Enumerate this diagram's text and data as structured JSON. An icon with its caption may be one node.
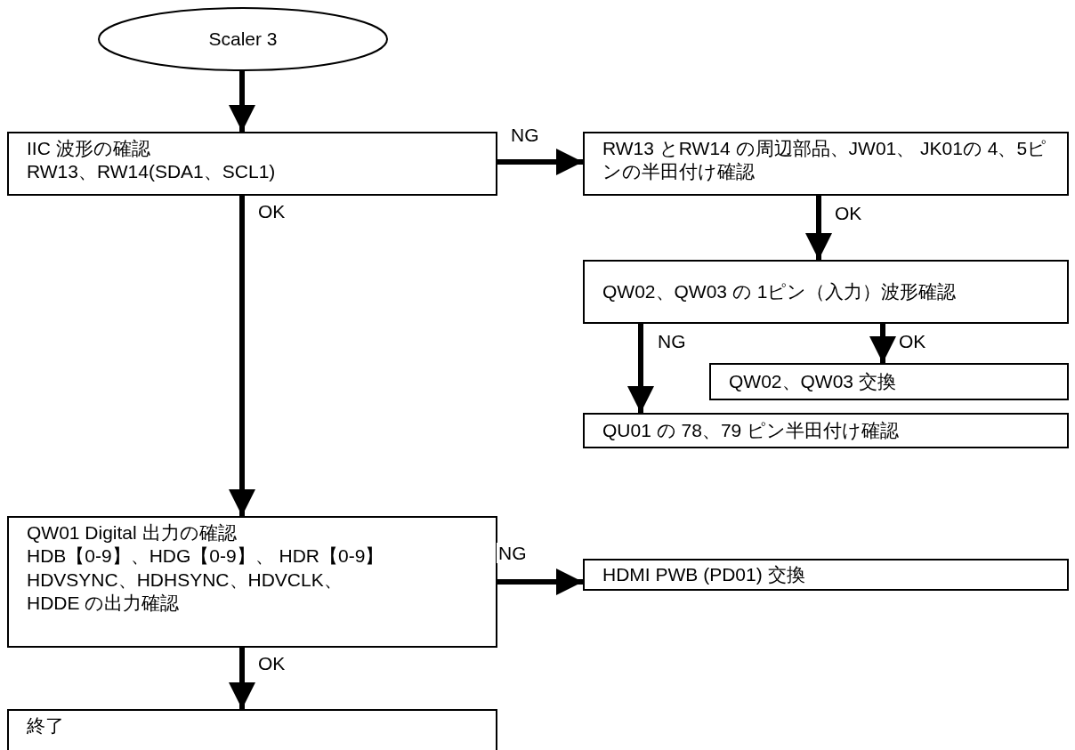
{
  "diagram": {
    "nodes": [
      {
        "text": [
          "Scaler 3"
        ]
      },
      {
        "text": [
          "IIC 波形の確認",
          "RW13、RW14(SDA1、SCL1)"
        ]
      },
      {
        "text": [
          "RW13 とRW14 の周辺部品、JW01、 JK01の 4、5ピンの半田付け確認"
        ]
      },
      {
        "text": [
          "QW02、QW03 の 1ピン（入力）波形確認"
        ]
      },
      {
        "text": [
          "QW02、QW03 交換"
        ]
      },
      {
        "text": [
          "QU01 の 78、79 ピン半田付け確認"
        ]
      },
      {
        "text": [
          "QW01 Digital 出力の確認",
          "HDB【0-9】、HDG【0-9】、 HDR【0-9】",
          "HDVSYNC、HDHSYNC、HDVCLK、",
          "HDDE の出力確認"
        ]
      },
      {
        "text": [
          "HDMI PWB (PD01) 交換"
        ]
      },
      {
        "text": [
          "終了"
        ]
      }
    ],
    "edges": [
      {
        "from": 0,
        "to": 1,
        "arrow": "to"
      },
      {
        "from": 1,
        "to": 2,
        "arrow": "to",
        "label": "NG"
      },
      {
        "from": 1,
        "to": 6,
        "arrow": "to",
        "label": "OK"
      },
      {
        "from": 2,
        "to": 3,
        "arrow": "to",
        "label": "OK"
      },
      {
        "from": 3,
        "to": 5,
        "arrow": "to",
        "label": "NG"
      },
      {
        "from": 3,
        "to": 4,
        "arrow": "to",
        "label": "OK"
      },
      {
        "from": 6,
        "to": 7,
        "arrow": "to",
        "label": "NG"
      },
      {
        "from": 6,
        "to": 8,
        "arrow": "to",
        "label": "OK"
      }
    ]
  }
}
